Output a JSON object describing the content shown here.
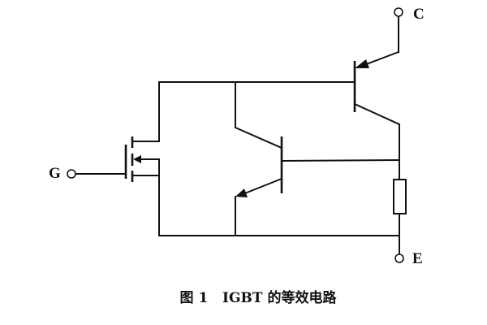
{
  "diagram": {
    "terminals": {
      "collector": "C",
      "gate": "G",
      "emitter": "E"
    },
    "caption": "图 1   IGBT 的等效电路",
    "line_color": "#111111",
    "background": "#ffffff"
  }
}
